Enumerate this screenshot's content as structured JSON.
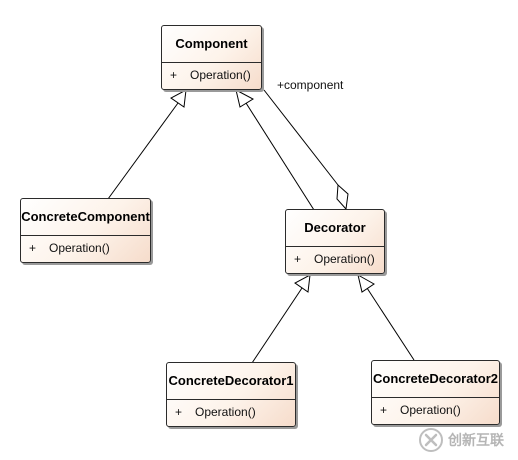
{
  "diagram": {
    "classes": [
      {
        "id": "component",
        "name": "Component",
        "visibility": "+",
        "operation": "Operation()"
      },
      {
        "id": "concrete_component",
        "name": "ConcreteComponent",
        "visibility": "+",
        "operation": "Operation()"
      },
      {
        "id": "decorator",
        "name": "Decorator",
        "visibility": "+",
        "operation": "Operation()"
      },
      {
        "id": "concrete_decorator1",
        "name": "ConcreteDecorator1",
        "visibility": "+",
        "operation": "Operation()"
      },
      {
        "id": "concrete_decorator2",
        "name": "ConcreteDecorator2",
        "visibility": "+",
        "operation": "Operation()"
      }
    ],
    "relations": [
      {
        "from": "concrete_component",
        "to": "component",
        "type": "generalization"
      },
      {
        "from": "decorator",
        "to": "component",
        "type": "generalization"
      },
      {
        "from": "decorator",
        "to": "component",
        "type": "aggregation",
        "role": "+component"
      },
      {
        "from": "concrete_decorator1",
        "to": "decorator",
        "type": "generalization"
      },
      {
        "from": "concrete_decorator2",
        "to": "decorator",
        "type": "generalization"
      }
    ]
  },
  "watermark": {
    "text": "创新互联",
    "icon": "logo-x-icon"
  }
}
